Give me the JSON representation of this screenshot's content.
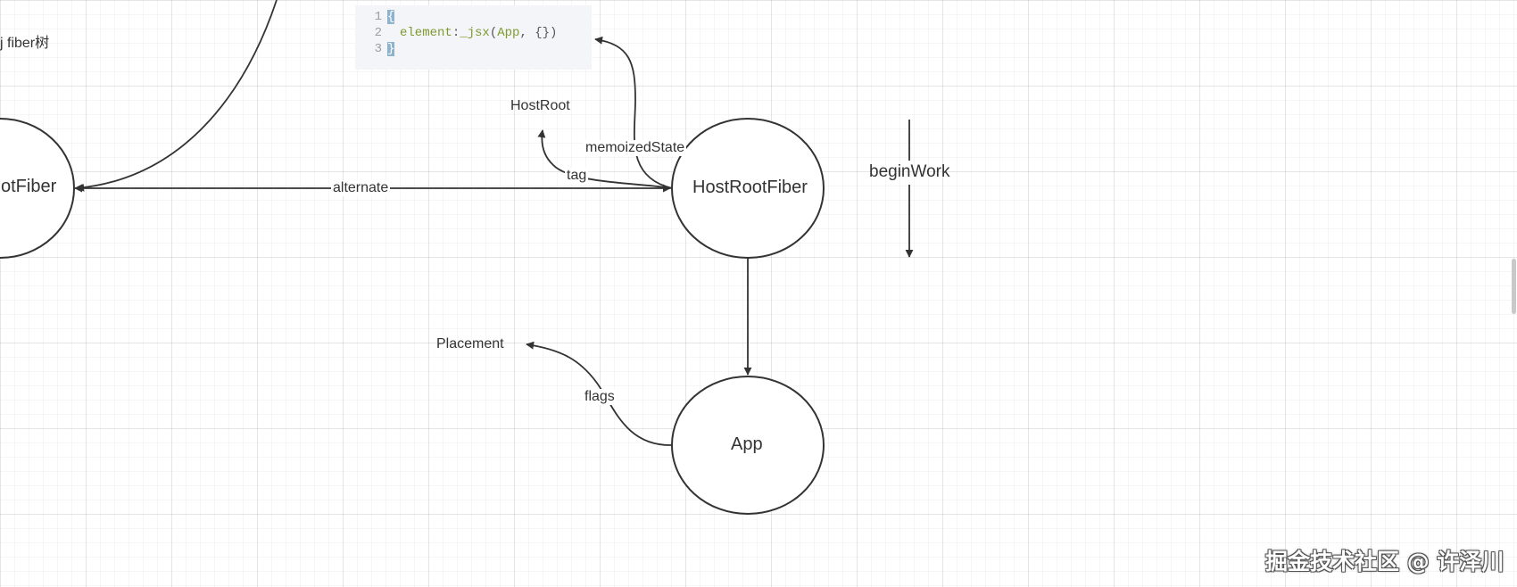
{
  "nodes": {
    "left_fiber": "otFiber",
    "host_root_fiber": "HostRootFiber",
    "app": "App"
  },
  "labels": {
    "fiber_tree": "j fiber树",
    "host_root": "HostRoot",
    "placement": "Placement",
    "begin_work": "beginWork"
  },
  "edges": {
    "alternate": "alternate",
    "memoized_state": "memoizedState",
    "tag": "tag",
    "flags": "flags"
  },
  "code": {
    "line_numbers": [
      "1",
      "2",
      "3"
    ],
    "open_brace": "{",
    "key": "element",
    "colon": ":",
    "fn": "_jsx",
    "paren_open": "(",
    "arg": "App",
    "rest": ", {})",
    "close_brace": "}"
  },
  "watermark": "掘金技术社区 @ 许泽川",
  "colors": {
    "stroke": "#333333",
    "code_bg": "#f3f5f8",
    "code_keyword": "#7f9a2f",
    "brace_highlight": "#8fb3cc"
  }
}
